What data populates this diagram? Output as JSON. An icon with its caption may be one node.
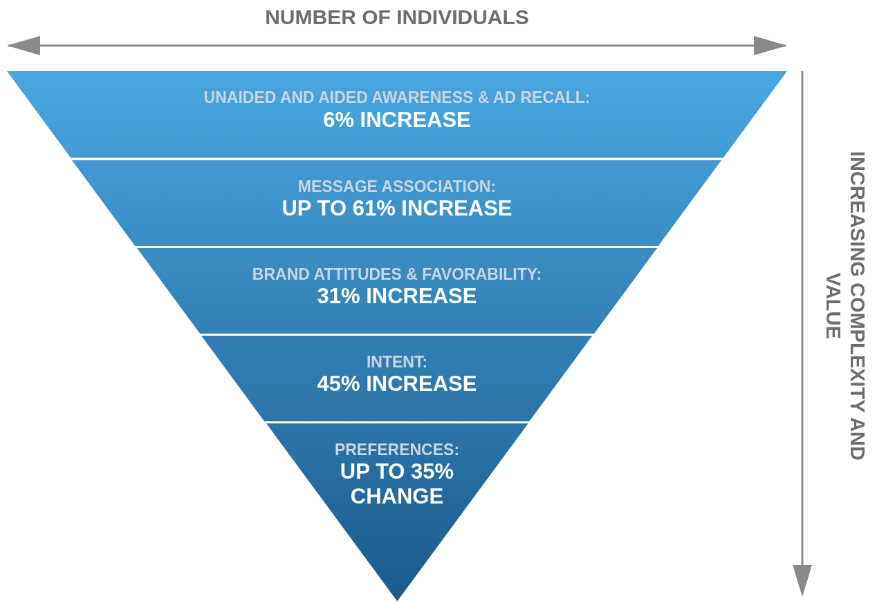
{
  "diagram": {
    "nodes": [
      {
        "text": [
          "UNAIDED AND AIDED AWARENESS & AD RECALL:",
          "6% INCREASE"
        ]
      },
      {
        "text": [
          "MESSAGE ASSOCIATION:",
          "UP TO 61% INCREASE"
        ]
      },
      {
        "text": [
          "BRAND ATTITUDES & FAVORABILITY:",
          "31% INCREASE"
        ]
      },
      {
        "text": [
          "INTENT:",
          "45% INCREASE"
        ]
      },
      {
        "text": [
          "PREFERENCES:",
          "UP TO 35% CHANGE"
        ]
      }
    ],
    "labels": [
      "NUMBER OF INDIVIDUALS",
      "INCREASING COMPLEXITY AND VALUE"
    ]
  }
}
